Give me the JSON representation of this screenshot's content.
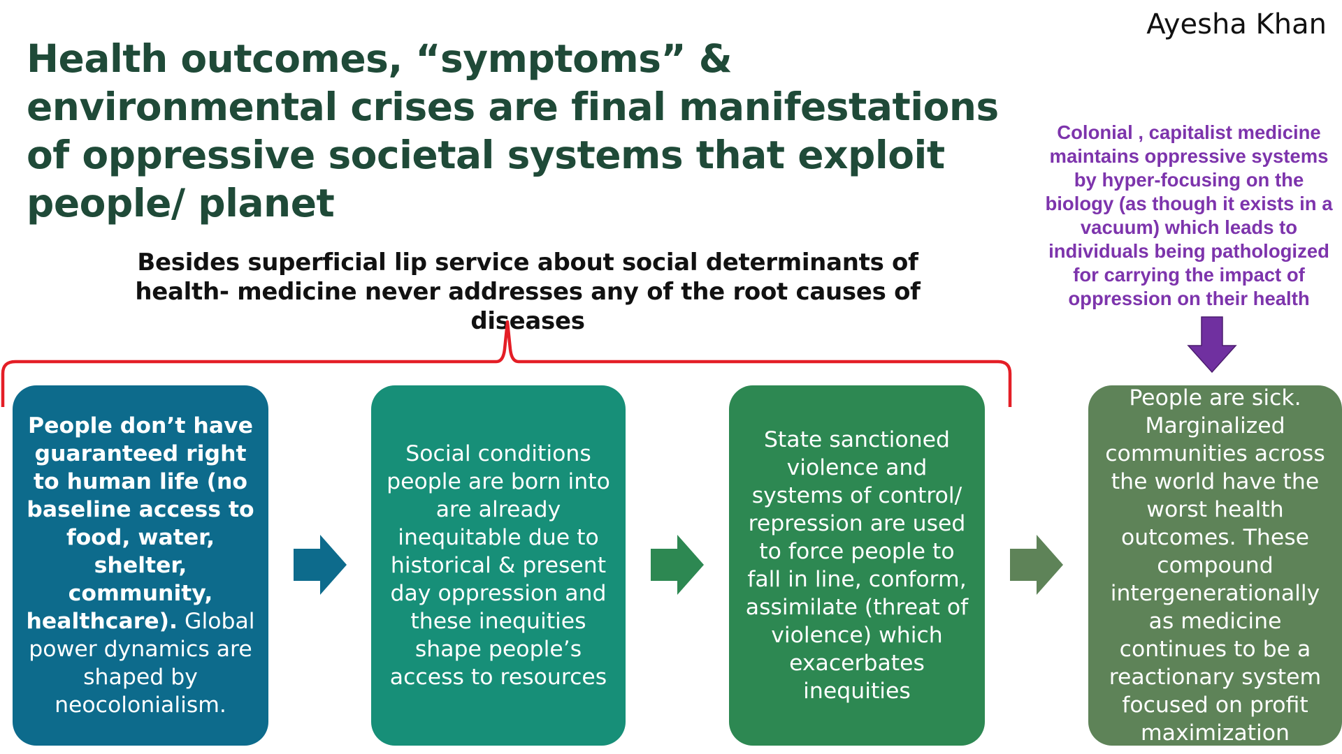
{
  "author": "Ayesha Khan",
  "title": "Health outcomes, “symptoms” & environmental crises are final manifestations of oppressive societal systems that exploit people/ planet",
  "subtitle": "Besides superficial lip service about social determinants of health- medicine never addresses any of the root causes of diseases",
  "side_note": "Colonial , capitalist medicine maintains oppressive systems by hyper-focusing on the biology (as though it exists in a vacuum) which leads to individuals being pathologized for carrying the impact of oppression on their health",
  "boxes": [
    {
      "bold": "People don’t have guaranteed right to human life (no baseline access to food, water, shelter, community, healthcare).",
      "text": " Global power dynamics are shaped by neocolonialism."
    },
    {
      "bold": "",
      "text": "Social conditions people are born into are already inequitable due to historical & present day oppression and these inequities shape people’s access to resources"
    },
    {
      "bold": "",
      "text": "State sanctioned violence and systems of control/ repression are used to force people to fall in line, conform, assimilate (threat of violence) which exacerbates inequities"
    },
    {
      "bold": "",
      "text": "People are sick. Marginalized communities across the world have the worst health outcomes. These compound intergenerationally as medicine continues to be a reactionary system focused on profit maximization"
    }
  ],
  "colors": {
    "title": "#1f4a38",
    "brace": "#e41e26",
    "side_note": "#7d34ac",
    "box1": "#0d6b8c",
    "box2": "#178f78",
    "box3": "#2d8852",
    "box4": "#5e8358"
  },
  "icons": [
    "right-arrow-icon",
    "down-arrow-icon",
    "curly-brace"
  ]
}
